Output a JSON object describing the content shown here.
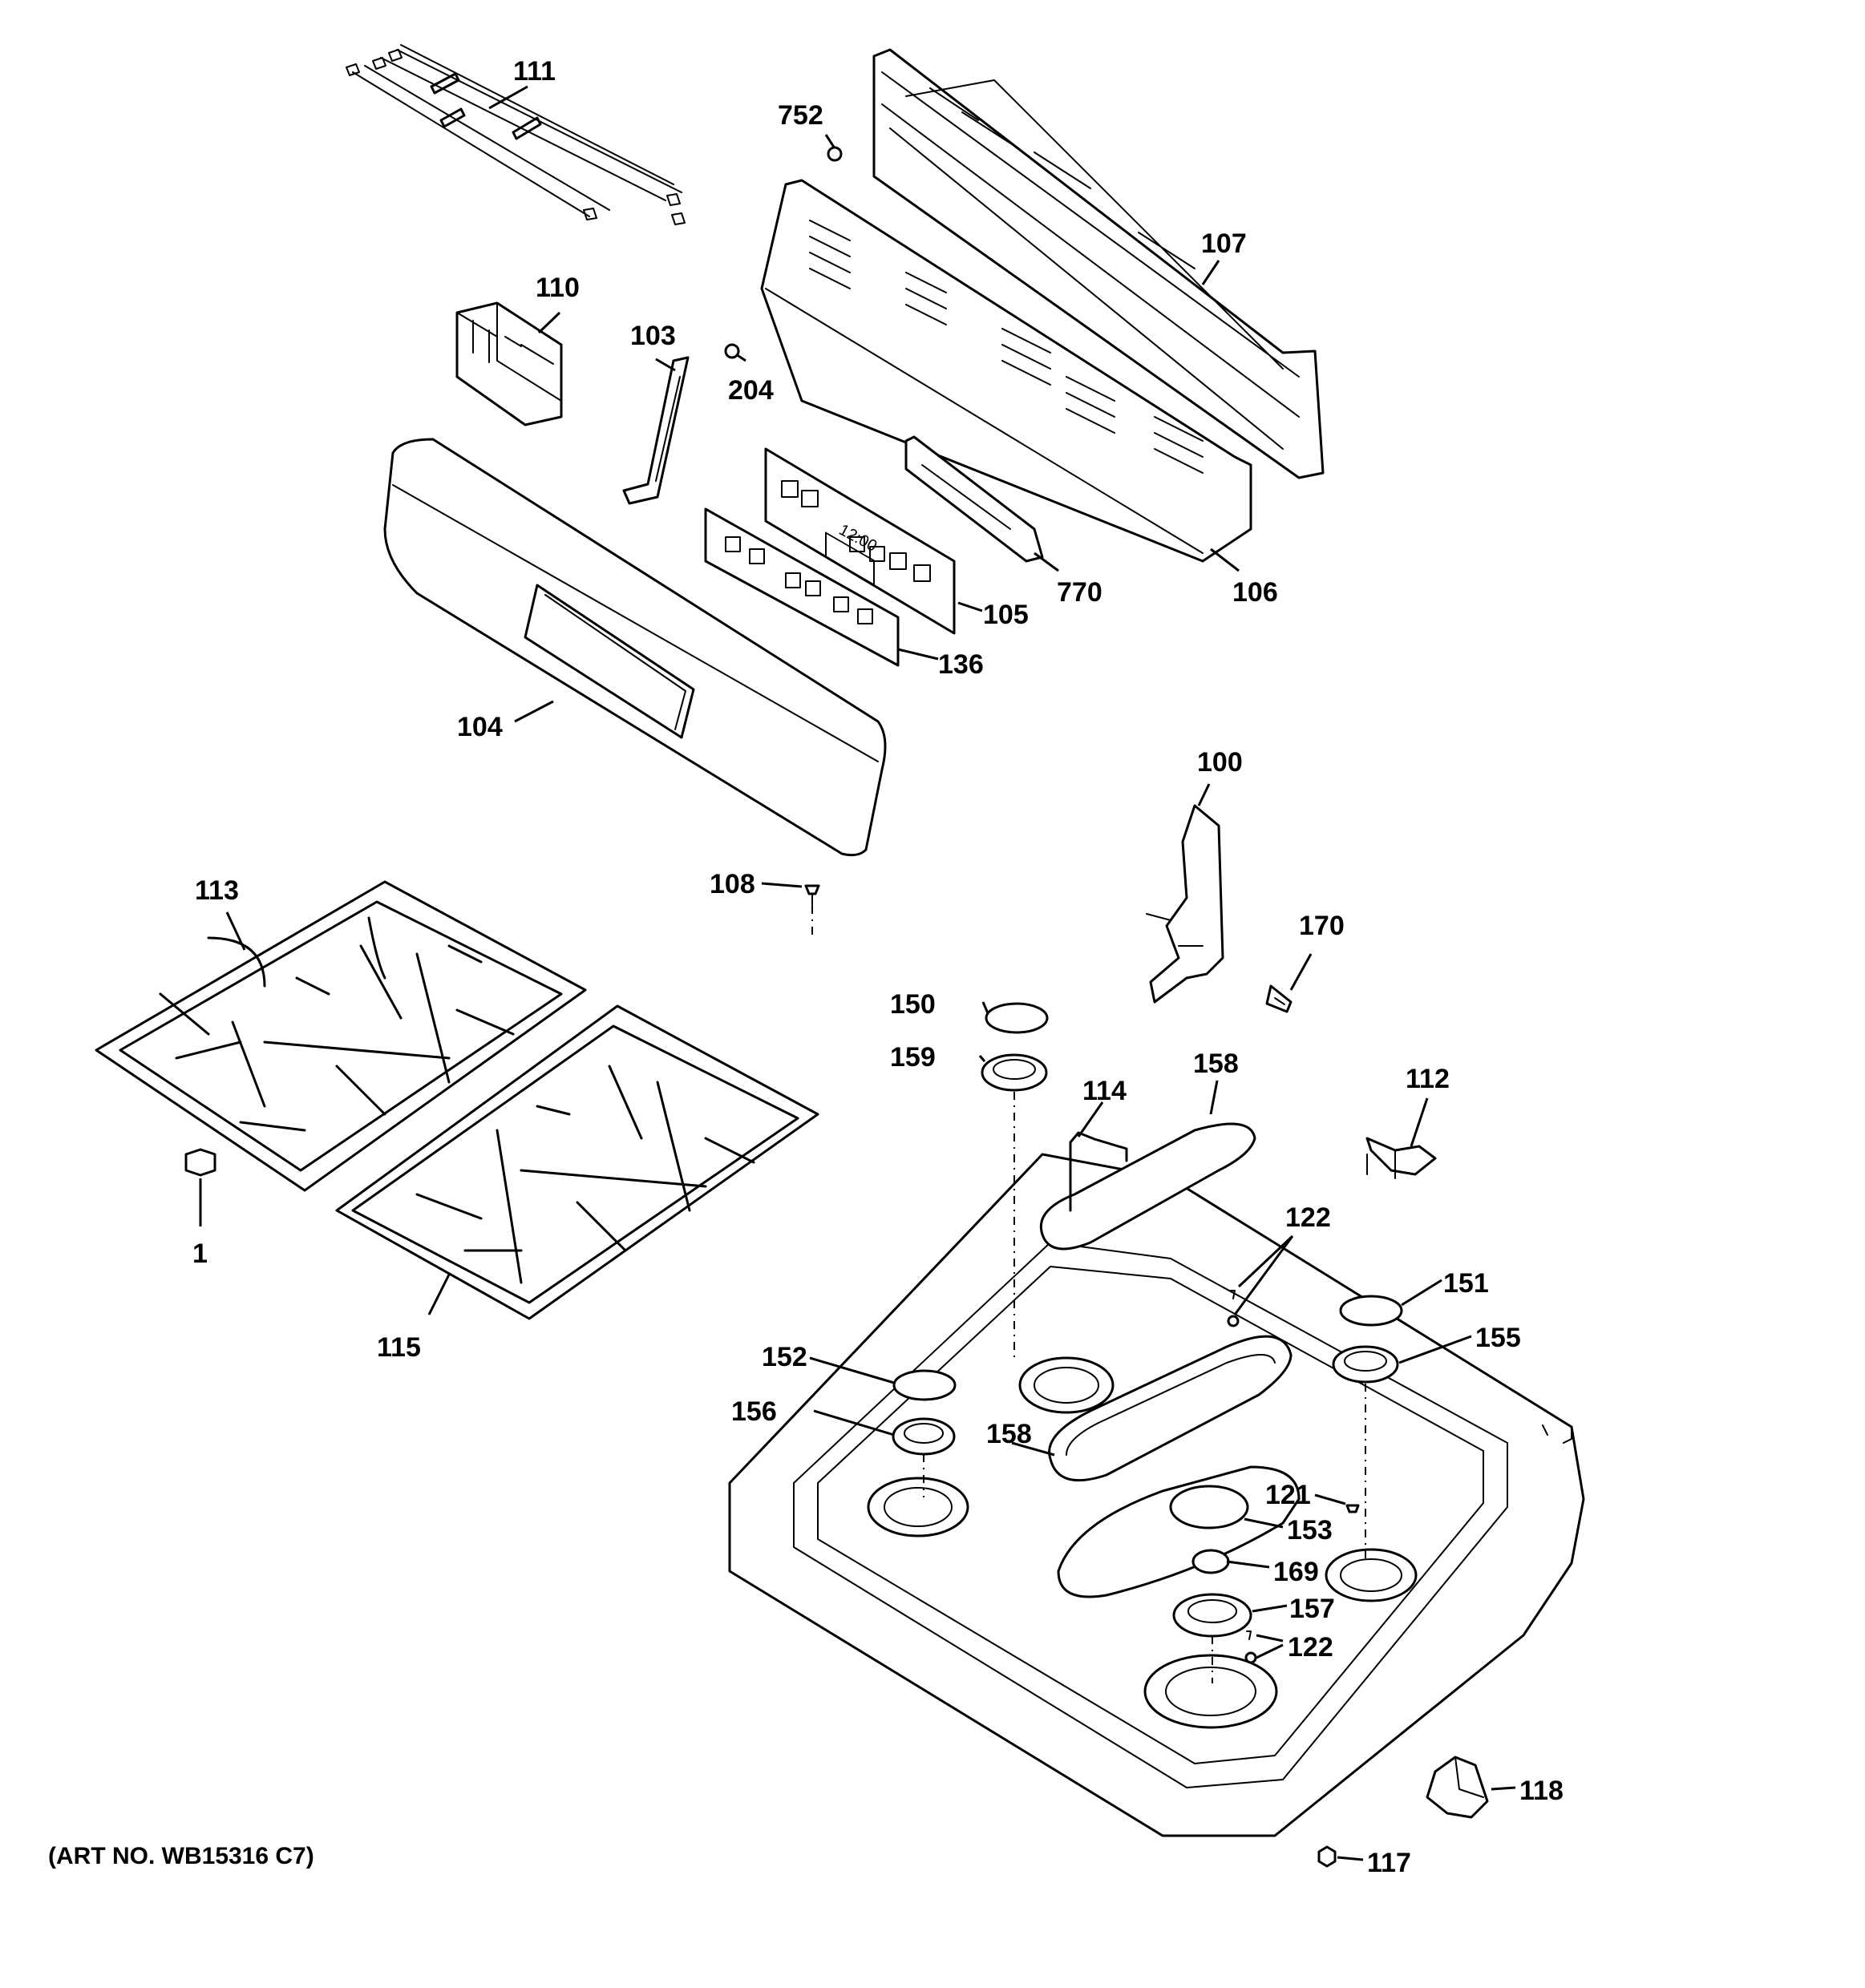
{
  "art_number": "(ART NO. WB15316 C7)",
  "callouts": [
    {
      "id": "111",
      "text": "111"
    },
    {
      "id": "752",
      "text": "752"
    },
    {
      "id": "107",
      "text": "107"
    },
    {
      "id": "110",
      "text": "110"
    },
    {
      "id": "103",
      "text": "103"
    },
    {
      "id": "204",
      "text": "204"
    },
    {
      "id": "770",
      "text": "770"
    },
    {
      "id": "106",
      "text": "106"
    },
    {
      "id": "105",
      "text": "105"
    },
    {
      "id": "136",
      "text": "136"
    },
    {
      "id": "104",
      "text": "104"
    },
    {
      "id": "100",
      "text": "100"
    },
    {
      "id": "108",
      "text": "108"
    },
    {
      "id": "113",
      "text": "113"
    },
    {
      "id": "170",
      "text": "170"
    },
    {
      "id": "150",
      "text": "150"
    },
    {
      "id": "159",
      "text": "159"
    },
    {
      "id": "158a",
      "text": "158"
    },
    {
      "id": "114",
      "text": "114"
    },
    {
      "id": "112",
      "text": "112"
    },
    {
      "id": "1",
      "text": "1"
    },
    {
      "id": "122a",
      "text": "122"
    },
    {
      "id": "151",
      "text": "151"
    },
    {
      "id": "115",
      "text": "115"
    },
    {
      "id": "155",
      "text": "155"
    },
    {
      "id": "152",
      "text": "152"
    },
    {
      "id": "156",
      "text": "156"
    },
    {
      "id": "158b",
      "text": "158"
    },
    {
      "id": "121",
      "text": "121"
    },
    {
      "id": "153",
      "text": "153"
    },
    {
      "id": "169",
      "text": "169"
    },
    {
      "id": "157",
      "text": "157"
    },
    {
      "id": "122b",
      "text": "122"
    },
    {
      "id": "118",
      "text": "118"
    },
    {
      "id": "117",
      "text": "117"
    }
  ],
  "control_display": "12:00"
}
